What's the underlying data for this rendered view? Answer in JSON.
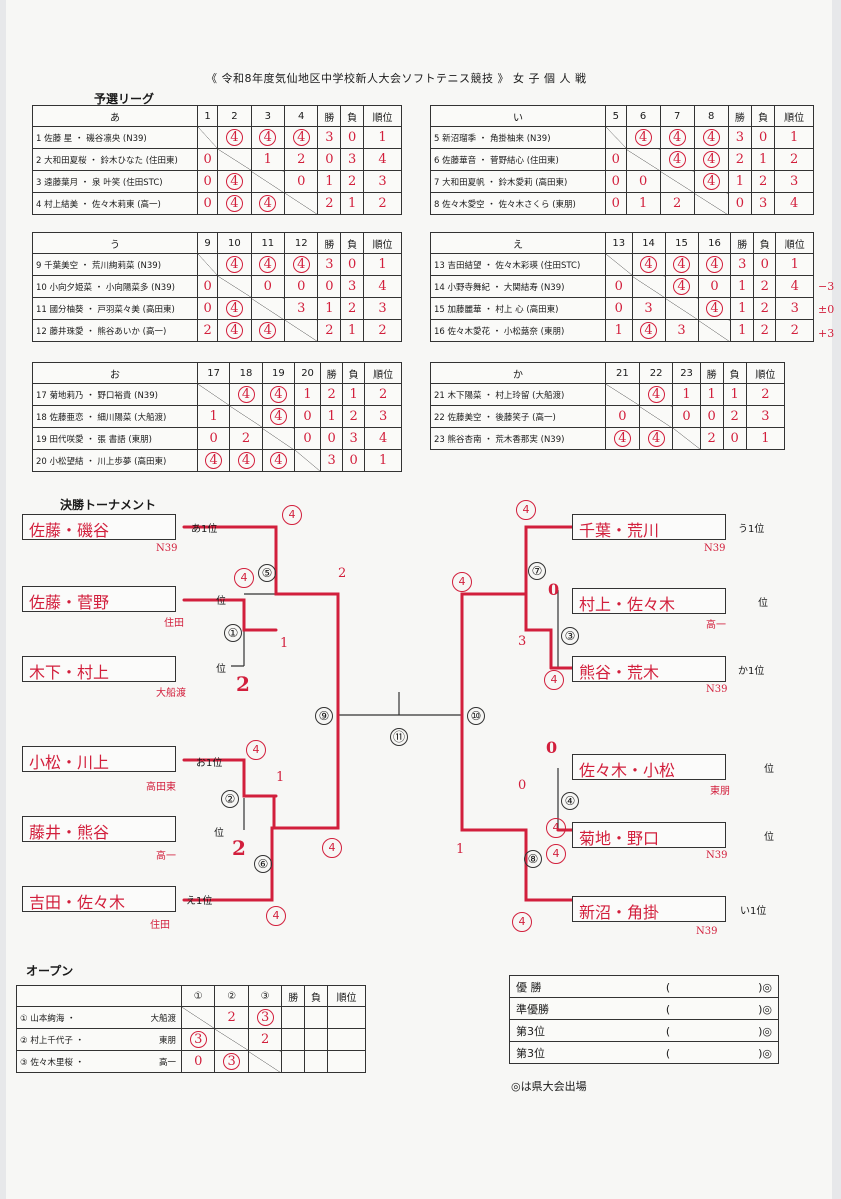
{
  "title": "《 令和8年度気仙地区中学校新人大会ソフトテニス競技 》 女 子 個 人 戦",
  "labels": {
    "prelim": "予選リーグ",
    "final": "決勝トーナメント",
    "open": "オープン",
    "win": "勝",
    "lose": "負",
    "rank": "順位"
  },
  "leagues": {
    "a": {
      "name": "あ",
      "cols": [
        "1",
        "2",
        "3",
        "4"
      ],
      "rows": [
        {
          "pair": "1 佐藤 星 ・ 磯谷凛央 (N39)",
          "cells": [
            "",
            "4",
            "4",
            "4"
          ],
          "win": "3",
          "lose": "0",
          "rank": "1"
        },
        {
          "pair": "2 大和田夏桜 ・ 鈴木ひなた (住田東)",
          "cells": [
            "0",
            "",
            "1",
            "2"
          ],
          "win": "0",
          "lose": "3",
          "rank": "4"
        },
        {
          "pair": "3 遠藤葉月 ・ 泉 叶笑 (住田STC)",
          "cells": [
            "0",
            "4",
            "",
            "0"
          ],
          "win": "1",
          "lose": "2",
          "rank": "3"
        },
        {
          "pair": "4 村上結美 ・ 佐々木莉東 (高一)",
          "cells": [
            "0",
            "4",
            "4",
            ""
          ],
          "win": "2",
          "lose": "1",
          "rank": "2"
        }
      ]
    },
    "i": {
      "name": "い",
      "cols": [
        "5",
        "6",
        "7",
        "8"
      ],
      "rows": [
        {
          "pair": "5 新沼瑠季 ・ 角掛柚来 (N39)",
          "cells": [
            "",
            "4",
            "4",
            "4"
          ],
          "win": "3",
          "lose": "0",
          "rank": "1"
        },
        {
          "pair": "6 佐藤華音 ・ 菅野結心 (住田東)",
          "cells": [
            "0",
            "",
            "4",
            "4"
          ],
          "win": "2",
          "lose": "1",
          "rank": "2"
        },
        {
          "pair": "7 大和田夏帆 ・ 鈴木愛莉 (高田東)",
          "cells": [
            "0",
            "0",
            "",
            "4"
          ],
          "win": "1",
          "lose": "2",
          "rank": "3"
        },
        {
          "pair": "8 佐々木愛空 ・ 佐々木さくら (東朋)",
          "cells": [
            "0",
            "1",
            "2",
            ""
          ],
          "win": "0",
          "lose": "3",
          "rank": "4"
        }
      ]
    },
    "u": {
      "name": "う",
      "cols": [
        "9",
        "10",
        "11",
        "12"
      ],
      "rows": [
        {
          "pair": "9 千葉美空 ・ 荒川絢莉菜 (N39)",
          "cells": [
            "",
            "4",
            "4",
            "4"
          ],
          "win": "3",
          "lose": "0",
          "rank": "1"
        },
        {
          "pair": "10 小向夕姫菜 ・ 小向陽菜多 (N39)",
          "cells": [
            "0",
            "",
            "0",
            "0"
          ],
          "win": "0",
          "lose": "3",
          "rank": "4"
        },
        {
          "pair": "11 國分柚葵 ・ 戸羽菜々美 (高田東)",
          "cells": [
            "0",
            "4",
            "",
            "3"
          ],
          "win": "1",
          "lose": "2",
          "rank": "3"
        },
        {
          "pair": "12 藤井珠愛 ・ 熊谷あいか (高一)",
          "cells": [
            "2",
            "4",
            "4",
            ""
          ],
          "win": "2",
          "lose": "1",
          "rank": "2"
        }
      ]
    },
    "e": {
      "name": "え",
      "cols": [
        "13",
        "14",
        "15",
        "16"
      ],
      "rows": [
        {
          "pair": "13 吉田結望 ・ 佐々木彩瑛 (住田STC)",
          "cells": [
            "",
            "4",
            "4",
            "4"
          ],
          "win": "3",
          "lose": "0",
          "rank": "1"
        },
        {
          "pair": "14 小野寺舞紀 ・ 大関結寿 (N39)",
          "cells": [
            "0",
            "",
            "4",
            "0"
          ],
          "win": "1",
          "lose": "2",
          "rank": "4"
        },
        {
          "pair": "15 加藤麗華 ・ 村上 心 (高田東)",
          "cells": [
            "0",
            "3",
            "",
            "4"
          ],
          "win": "1",
          "lose": "2",
          "rank": "3"
        },
        {
          "pair": "16 佐々木愛花 ・ 小松蕗奈 (東朋)",
          "cells": [
            "1",
            "4",
            "3",
            ""
          ],
          "win": "1",
          "lose": "2",
          "rank": "2"
        }
      ],
      "side_notes": [
        "−3",
        "±0",
        "+3"
      ]
    },
    "o": {
      "name": "お",
      "cols": [
        "17",
        "18",
        "19",
        "20"
      ],
      "rows": [
        {
          "pair": "17 菊地莉乃 ・ 野口裕貴 (N39)",
          "cells": [
            "",
            "4",
            "4",
            "1"
          ],
          "win": "2",
          "lose": "1",
          "rank": "2"
        },
        {
          "pair": "18 佐藤亜恋 ・ 細川陽菜 (大船渡)",
          "cells": [
            "1",
            "",
            "4",
            "0"
          ],
          "win": "1",
          "lose": "2",
          "rank": "3"
        },
        {
          "pair": "19 田代咲愛 ・ 張 書語 (東朋)",
          "cells": [
            "0",
            "2",
            "",
            "0"
          ],
          "win": "0",
          "lose": "3",
          "rank": "4"
        },
        {
          "pair": "20 小松望結 ・ 川上歩夢 (高田東)",
          "cells": [
            "4",
            "4",
            "4",
            ""
          ],
          "win": "3",
          "lose": "0",
          "rank": "1"
        }
      ]
    },
    "ka": {
      "name": "か",
      "cols": [
        "21",
        "22",
        "23"
      ],
      "rows": [
        {
          "pair": "21 木下陽菜 ・ 村上玲留 (大船渡)",
          "cells": [
            "",
            "4",
            "1"
          ],
          "win": "1",
          "lose": "1",
          "rank": "2"
        },
        {
          "pair": "22 佐藤美空 ・ 後藤笑子 (高一)",
          "cells": [
            "0",
            "",
            "0"
          ],
          "win": "0",
          "lose": "2",
          "rank": "3"
        },
        {
          "pair": "23 熊谷杏南 ・ 荒木香那実 (N39)",
          "cells": [
            "4",
            "4",
            ""
          ],
          "win": "2",
          "lose": "0",
          "rank": "1"
        }
      ]
    }
  },
  "bracket": {
    "left": [
      {
        "name": "佐藤・磯谷",
        "team": "N39",
        "slot": "あ1位"
      },
      {
        "name": "佐藤・菅野",
        "team": "住田",
        "slot": "位"
      },
      {
        "name": "木下・村上",
        "team": "大船渡",
        "slot": "位"
      },
      {
        "name": "小松・川上",
        "team": "高田東",
        "slot": "お1位"
      },
      {
        "name": "藤井・熊谷",
        "team": "高一",
        "slot": "位"
      },
      {
        "name": "吉田・佐々木",
        "team": "住田",
        "slot": "え1位"
      }
    ],
    "right": [
      {
        "name": "千葉・荒川",
        "team": "N39",
        "slot": "う1位"
      },
      {
        "name": "村上・佐々木",
        "team": "高一",
        "slot": "位"
      },
      {
        "name": "熊谷・荒木",
        "team": "N39",
        "slot": "か1位"
      },
      {
        "name": "佐々木・小松",
        "team": "東朋",
        "slot": "位"
      },
      {
        "name": "菊地・野口",
        "team": "N39",
        "slot": "位"
      },
      {
        "name": "新沼・角掛",
        "team": "N39",
        "slot": "い1位"
      }
    ],
    "matches": [
      "①",
      "②",
      "③",
      "④",
      "⑤",
      "⑥",
      "⑦",
      "⑧",
      "⑨",
      "⑩",
      "⑪"
    ],
    "scores": {
      "m1_top": "4",
      "m1_bot": "1",
      "m1_left": "2",
      "m5_top": "4",
      "m5_bot": "2",
      "m2_top": "4",
      "m2_bot": "1",
      "m2_left": "2",
      "m6_top": "4",
      "m6_bot": "4",
      "m9_top": "2",
      "m9_bot": "4",
      "m10_top": "4",
      "m10_bot": "1",
      "m7_top": "4",
      "m7_mid": "0",
      "m3_top": "3",
      "m3_bot": "4",
      "m4_top": "0",
      "m4_mid": "0",
      "m4_bot": "4",
      "m8_bot": "4",
      "m8_low": "4"
    }
  },
  "open": {
    "cols": [
      "①",
      "②",
      "③"
    ],
    "rows": [
      {
        "pair": "① 山本絢海 ・",
        "team": "大船渡",
        "cells": [
          "",
          "2",
          "3"
        ]
      },
      {
        "pair": "② 村上千代子 ・",
        "team": "東朋",
        "cells": [
          "3",
          "",
          "2"
        ]
      },
      {
        "pair": "③ 佐々木里桜 ・",
        "team": "高一",
        "cells": [
          "0",
          "3",
          ""
        ]
      }
    ]
  },
  "result": {
    "rows": [
      "優 勝",
      "準優勝",
      "第3位",
      "第3位"
    ],
    "paren": "(　　　　　　　　)◎",
    "note": "◎は県大会出場"
  }
}
